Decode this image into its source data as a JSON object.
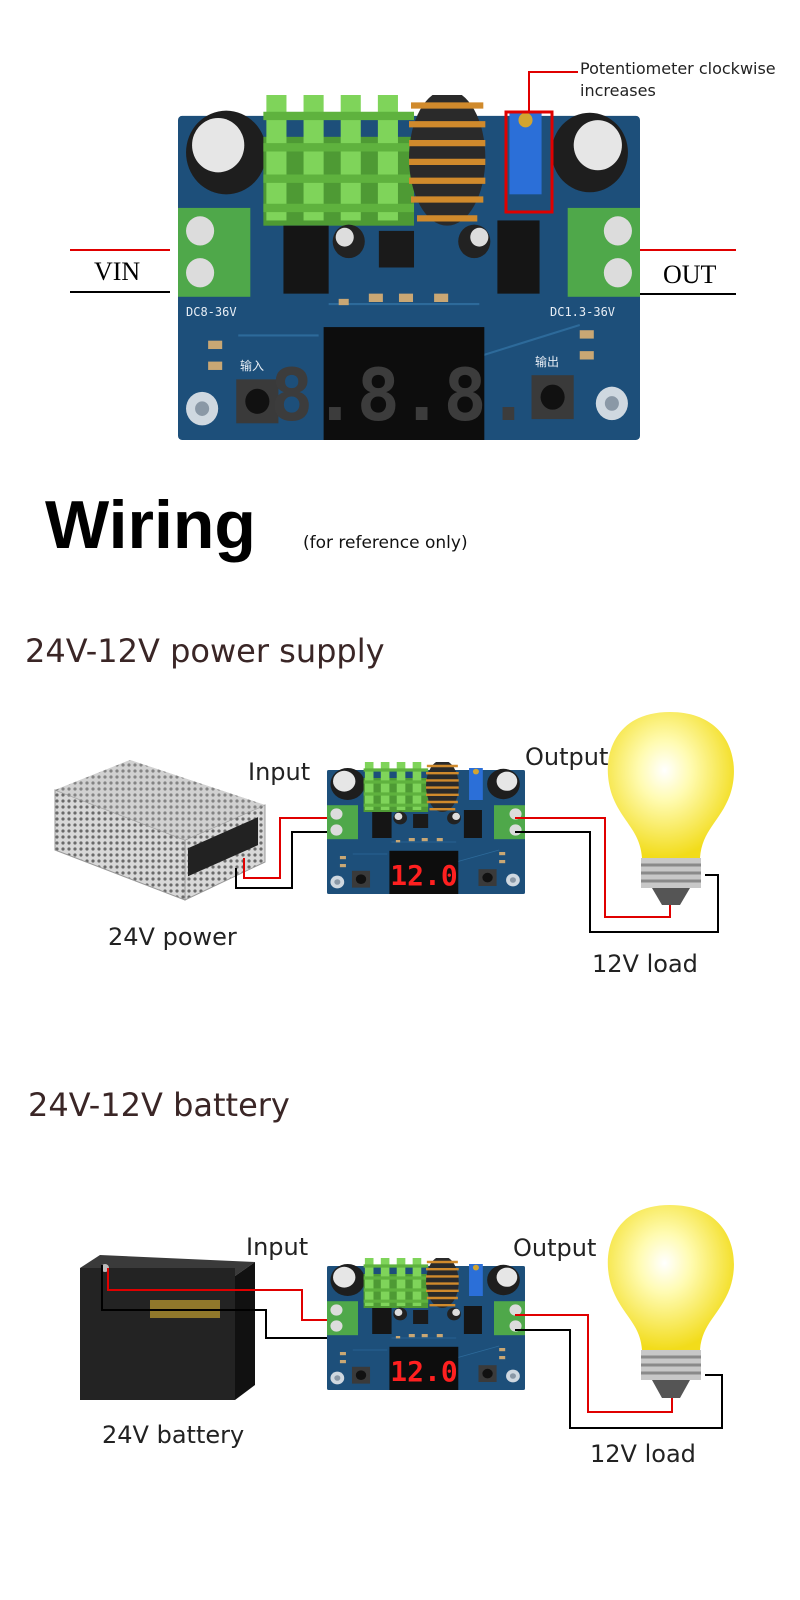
{
  "module": {
    "callout": {
      "line1": "Potentiometer clockwise",
      "line2": "increases"
    },
    "vin_label": "VIN",
    "out_label": "OUT",
    "silkscreen": {
      "input_range": "DC8-36V",
      "output_range": "DC1.3-36V",
      "input_button": "输入",
      "output_button": "输出"
    },
    "display_idle": "8.8.8."
  },
  "heading": {
    "title": "Wiring",
    "note": "(for reference only)"
  },
  "sections": [
    {
      "title": "24V-12V power supply",
      "input_label": "Input",
      "output_label": "Output",
      "source_label": "24V power",
      "load_label": "12V load",
      "display": "12.0"
    },
    {
      "title": "24V-12V battery",
      "input_label": "Input",
      "output_label": "Output",
      "source_label": "24V battery",
      "load_label": "12V load",
      "display": "12.0"
    }
  ],
  "colors": {
    "wire_positive": "#e00000",
    "wire_negative": "#000000",
    "pcb": "#1d4f7a",
    "display_on": "#ff2020"
  }
}
